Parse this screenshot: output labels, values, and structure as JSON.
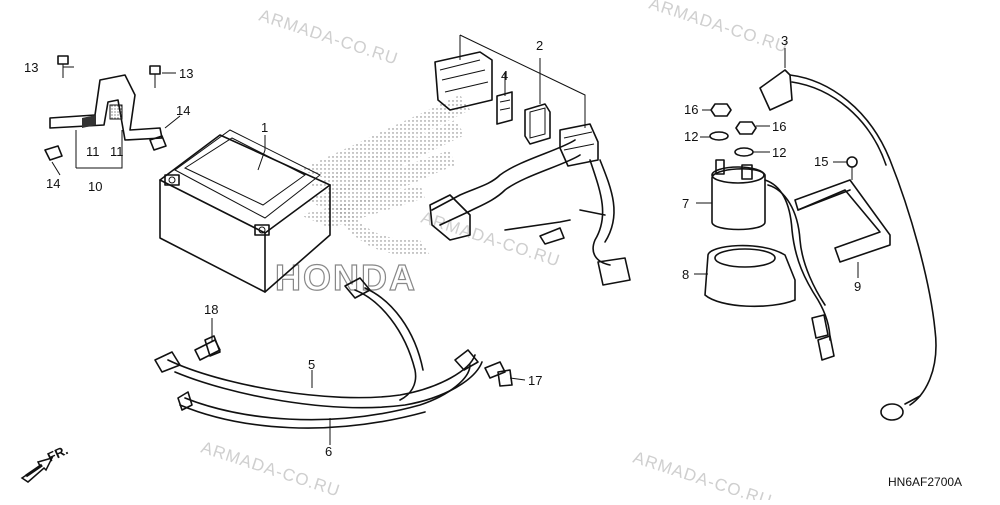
{
  "watermark": "ARMADA-CO.RU",
  "brand_mark": "HONDA",
  "diagram_code": "HN6AF2700A",
  "direction_label": "FR.",
  "callouts": {
    "c1": "1",
    "c2": "2",
    "c3": "3",
    "c4": "4",
    "c5": "5",
    "c6": "6",
    "c7": "7",
    "c8": "8",
    "c9": "9",
    "c10": "10",
    "c11a": "11",
    "c11b": "11",
    "c12a": "12",
    "c12b": "12",
    "c13a": "13",
    "c13b": "13",
    "c14a": "14",
    "c14b": "14",
    "c15": "15",
    "c16a": "16",
    "c16b": "16",
    "c17": "17",
    "c18": "18"
  },
  "icons": [
    "fr-arrow-icon"
  ]
}
